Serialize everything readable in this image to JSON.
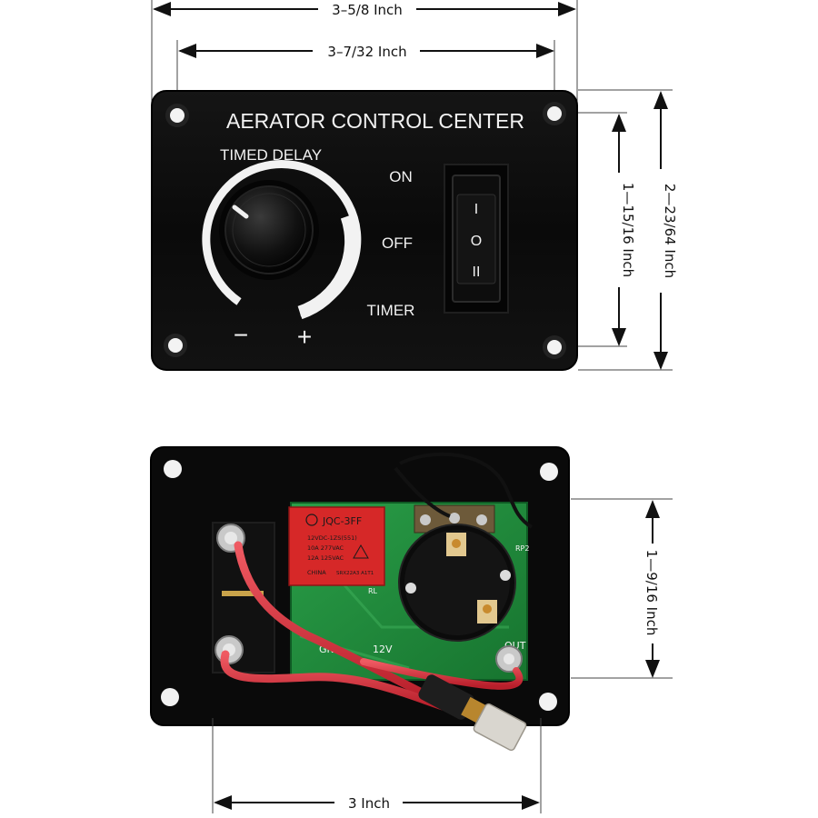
{
  "dimensions": {
    "overall_width": "3–5/8 Inch",
    "hole_spacing_width": "3–7/32 Inch",
    "hole_spacing_height": "1—15/16 Inch",
    "overall_height": "2—23/64 Inch",
    "back_height": "1—9/16 Inch",
    "back_width": "3 Inch"
  },
  "front_panel": {
    "title": "AERATOR CONTROL CENTER",
    "dial_label": "TIMED DELAY",
    "minus": "−",
    "plus": "+",
    "switch_labels": {
      "on": "ON",
      "off": "OFF",
      "timer": "TIMER"
    },
    "rocker_symbols": {
      "top": "I",
      "middle": "O",
      "bottom": "II"
    }
  },
  "back_panel": {
    "relay_brand": "JQC-3FF",
    "relay_specs": [
      "12VDC-1ZS(551)",
      "10A 277VAC",
      "12A 125VAC"
    ],
    "relay_origin": "CHINA",
    "relay_code": "SRX22A3 A1T1",
    "pcb_labels": {
      "gnd": "GN",
      "v12": "12V",
      "out": "OUT",
      "rl": "RL",
      "rp2": "RP2"
    }
  },
  "colors": {
    "panel": "#0b0b0b",
    "pcb": "#1f8a3a",
    "wire": "#d8323c",
    "relay": "#d62828"
  }
}
